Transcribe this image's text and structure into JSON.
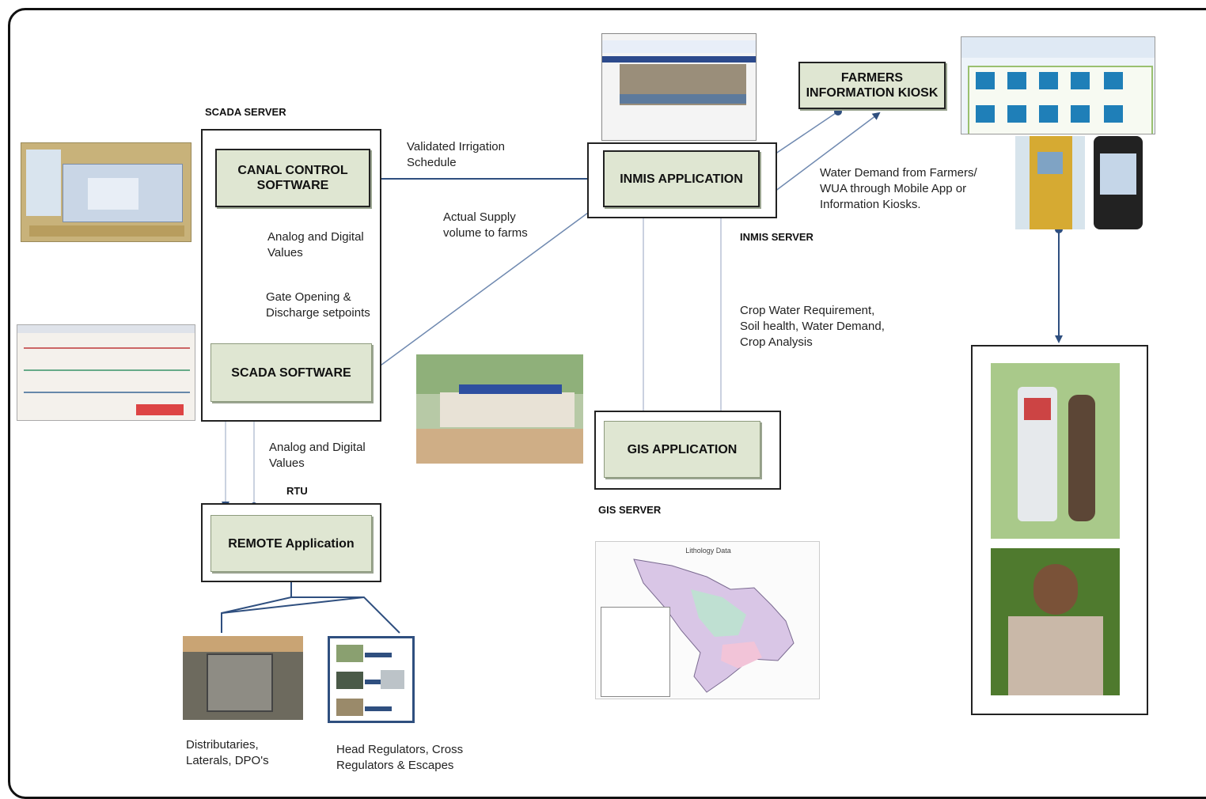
{
  "servers": {
    "scada": "SCADA SERVER",
    "inmis": "INMIS SERVER",
    "gis": "GIS  SERVER",
    "rtu": "RTU"
  },
  "components": {
    "canal_control": "CANAL CONTROL\nSOFTWARE",
    "scada_software": "SCADA SOFTWARE",
    "remote_app": "REMOTE Application",
    "inmis_app": "INMIS APPLICATION",
    "gis_app": "GIS APPLICATION",
    "farmers_kiosk": "FARMERS\nINFORMATION KIOSK"
  },
  "flows": {
    "validated_schedule": "Validated Irrigation\nSchedule",
    "actual_supply": "Actual Supply\nvolume to farms",
    "analog_digital_top": "Analog and Digital\nValues",
    "gate_opening": "Gate Opening &\nDischarge setpoints",
    "analog_digital_bottom": "Analog and Digital\nValues",
    "water_demand": "Water Demand from Farmers/\nWUA through Mobile App or\nInformation Kiosks.",
    "crop_water": "Crop Water Requirement,\nSoil health, Water Demand,\nCrop Analysis"
  },
  "field": {
    "distributaries": "Distributaries,\nLaterals, DPO's",
    "regulators": "Head Regulators, Cross\nRegulators & Escapes"
  },
  "map_title": "Lithology Data",
  "colors": {
    "arrow": "#2f4f7f",
    "box_fill": "#dfe6d2",
    "line_light": "#b8c2d6"
  }
}
